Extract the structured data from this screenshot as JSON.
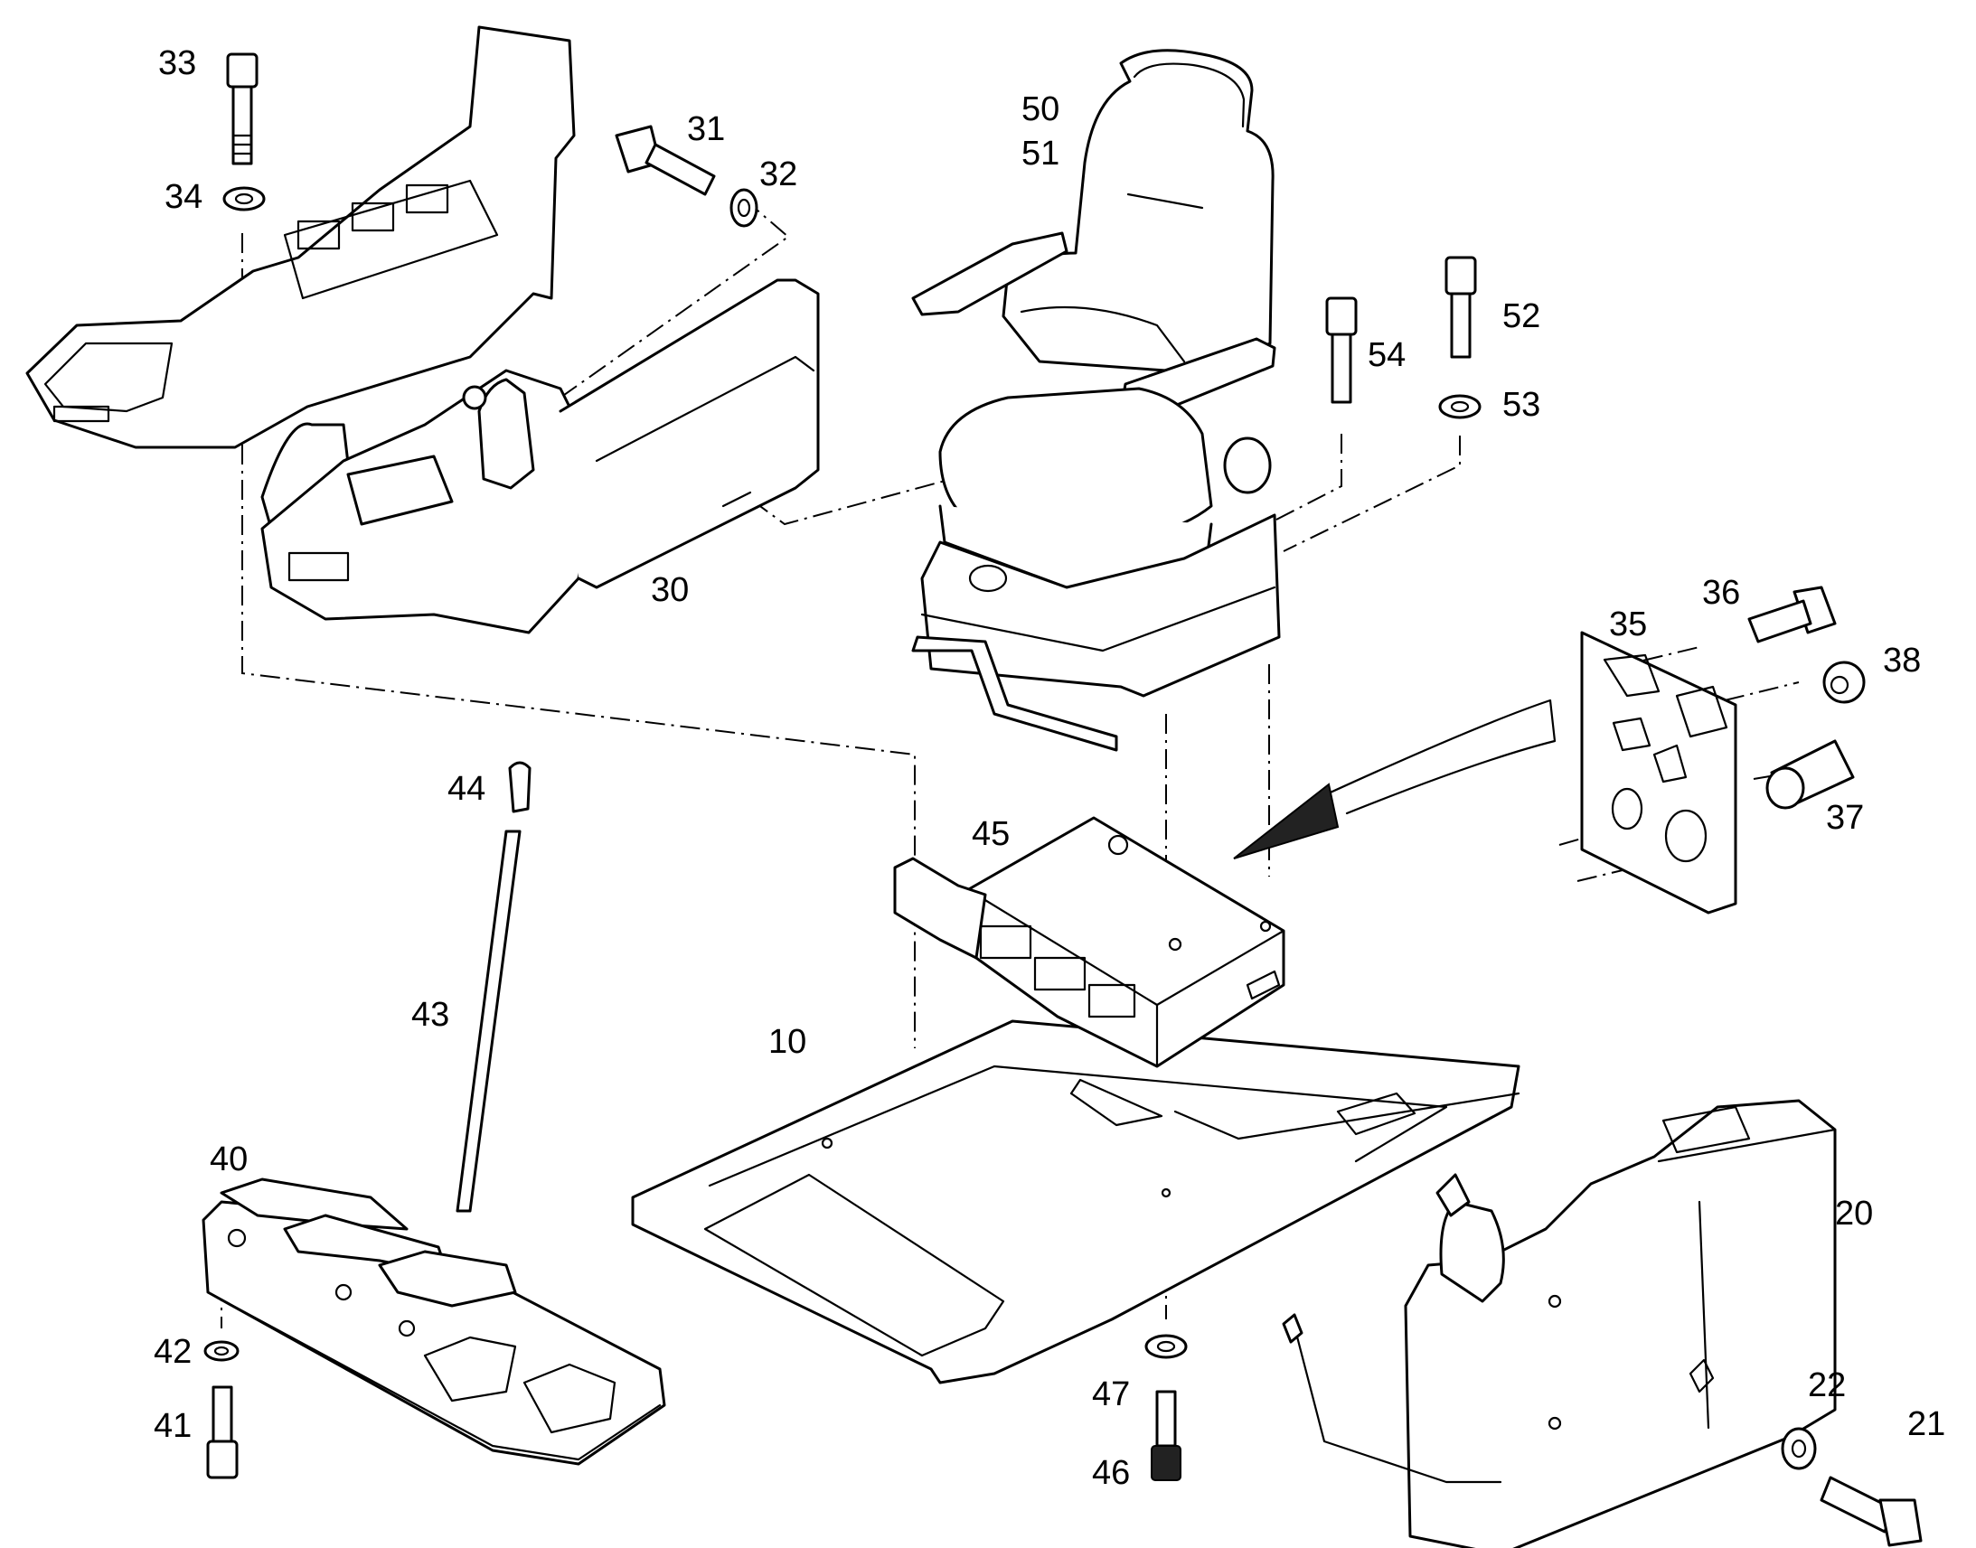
{
  "diagram": {
    "line_color": "#000000",
    "background": "#ffffff",
    "callouts": [
      {
        "id": "10",
        "text": "10"
      },
      {
        "id": "20",
        "text": "20"
      },
      {
        "id": "21",
        "text": "21"
      },
      {
        "id": "22",
        "text": "22"
      },
      {
        "id": "30",
        "text": "30"
      },
      {
        "id": "31",
        "text": "31"
      },
      {
        "id": "32",
        "text": "32"
      },
      {
        "id": "33",
        "text": "33"
      },
      {
        "id": "34",
        "text": "34"
      },
      {
        "id": "35",
        "text": "35"
      },
      {
        "id": "36",
        "text": "36"
      },
      {
        "id": "37",
        "text": "37"
      },
      {
        "id": "38",
        "text": "38"
      },
      {
        "id": "40",
        "text": "40"
      },
      {
        "id": "41",
        "text": "41"
      },
      {
        "id": "42",
        "text": "42"
      },
      {
        "id": "43",
        "text": "43"
      },
      {
        "id": "44",
        "text": "44"
      },
      {
        "id": "45",
        "text": "45"
      },
      {
        "id": "46",
        "text": "46"
      },
      {
        "id": "47",
        "text": "47"
      },
      {
        "id": "50",
        "text": "50"
      },
      {
        "id": "51",
        "text": "51"
      },
      {
        "id": "52",
        "text": "52"
      },
      {
        "id": "53",
        "text": "53"
      },
      {
        "id": "54",
        "text": "54"
      }
    ]
  }
}
